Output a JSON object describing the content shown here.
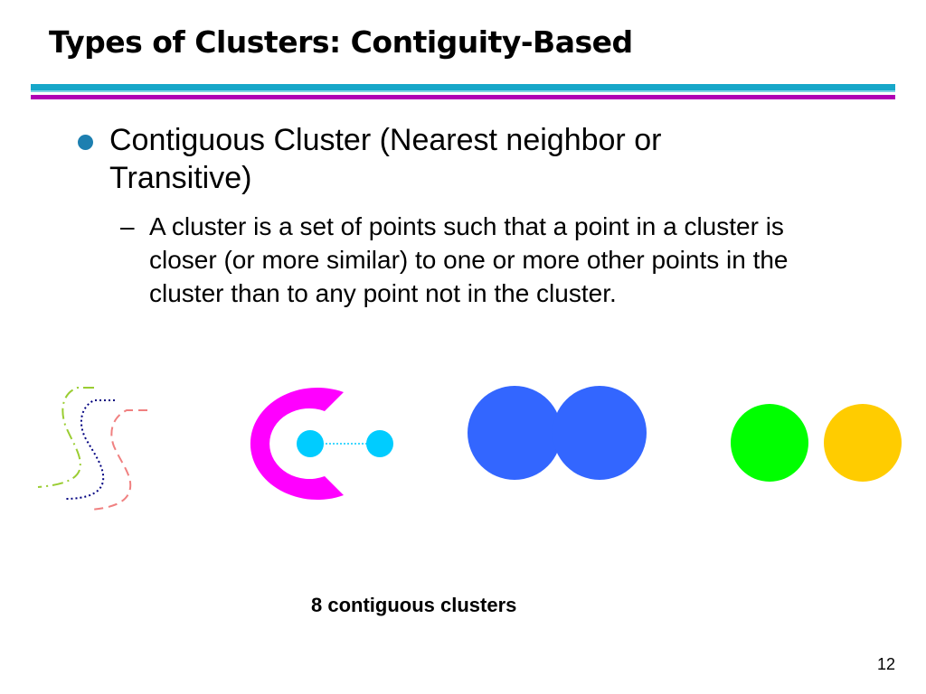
{
  "slide": {
    "title": "Types of Clusters: Contiguity-Based",
    "bullet": "Contiguous Cluster (Nearest neighbor or Transitive)",
    "sub_dash": "–",
    "sub_bullet": "A cluster is a set of points such that a point in a cluster is closer (or more similar) to one or more other points in the cluster than to any point not in the cluster.",
    "caption": "8 contiguous clusters",
    "page_number": "12"
  },
  "colors": {
    "title_rule_cyan": "#17a7c9",
    "title_rule_magenta": "#b000b4",
    "bullet": "#1d7fb0",
    "curve_green_dashdot": "#9acd32",
    "curve_navy_dotted": "#000080",
    "curve_salmon_dashed": "#f08080",
    "c_shape": "#ff00ff",
    "small_dots": "#00ccff",
    "blue_circles": "#3366ff",
    "green_circle": "#00ff00",
    "yellow_circle": "#ffcc00"
  }
}
